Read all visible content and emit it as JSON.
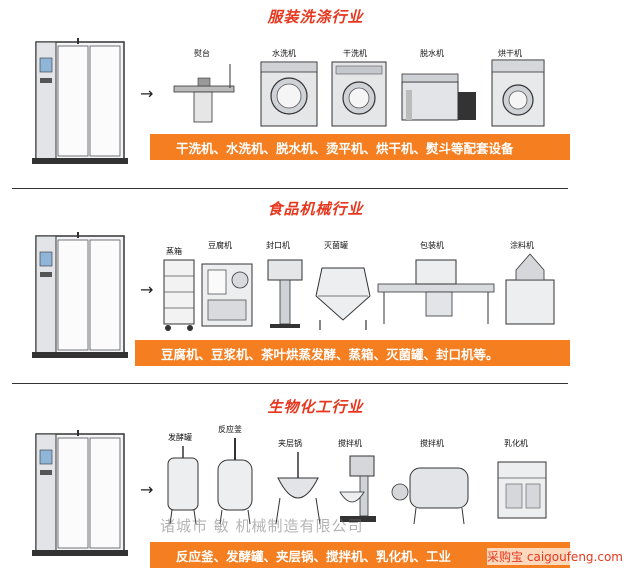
{
  "sections": [
    {
      "title": "服装洗涤行业",
      "machines": [
        "熨台",
        "水洗机",
        "干洗机",
        "脱水机",
        "烘干机"
      ],
      "banner": "干洗机、水洗机、脱水机、烫平机、烘干机、熨斗等配套设备"
    },
    {
      "title": "食品机械行业",
      "machines": [
        "蒸箱",
        "豆腐机",
        "封口机",
        "灭菌罐",
        "包装机",
        "涂料机"
      ],
      "banner": "豆腐机、豆浆机、茶叶烘蒸发酵、蒸箱、灭菌罐、封口机等。"
    },
    {
      "title": "生物化工行业",
      "machines": [
        "发酵罐",
        "反应釜",
        "夹层锅",
        "搅拌机",
        "搅拌机",
        "乳化机"
      ],
      "banner": "反应釜、发酵罐、夹层锅、搅拌机、乳化机、工业"
    }
  ],
  "watermark": {
    "text": "诸城市     敏     机械制造有限公司",
    "site": "采购宝 caigoufeng.com"
  },
  "colors": {
    "accent": "#e8371f",
    "banner": "#f47e20"
  }
}
